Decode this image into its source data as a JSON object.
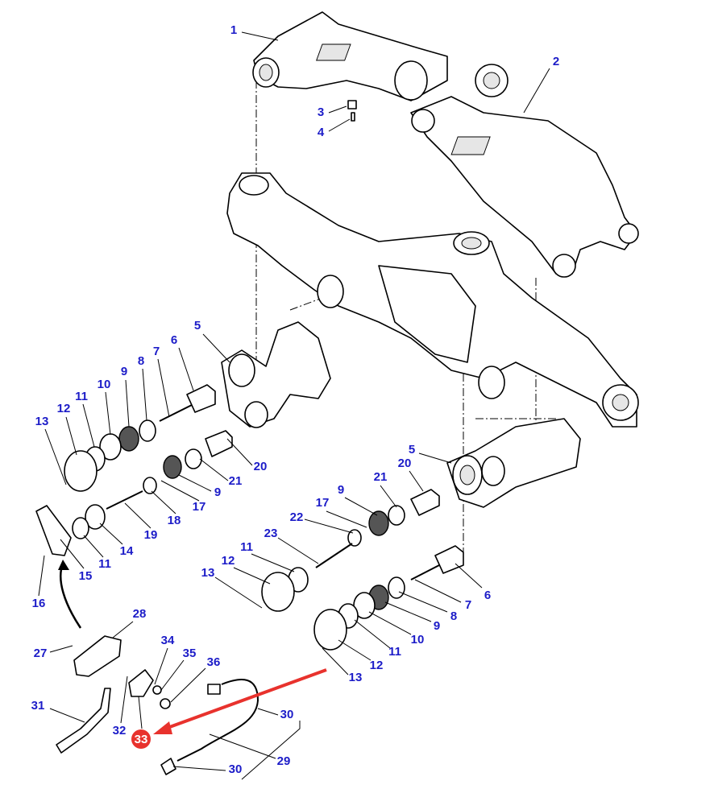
{
  "diagram": {
    "title": "Front axle support exploded view",
    "labels": [
      "1",
      "2",
      "3",
      "4",
      "5",
      "6",
      "7",
      "8",
      "9",
      "10",
      "11",
      "12",
      "13",
      "20",
      "21",
      "9",
      "17",
      "18",
      "19",
      "14",
      "11",
      "15",
      "16",
      "5",
      "20",
      "21",
      "9",
      "17",
      "22",
      "23",
      "11",
      "12",
      "13",
      "6",
      "7",
      "8",
      "9",
      "10",
      "11",
      "12",
      "13",
      "28",
      "27",
      "34",
      "35",
      "36",
      "31",
      "32",
      "30",
      "29",
      "30"
    ],
    "callout": {
      "text": "33",
      "color": "#e8322d"
    },
    "label_color": "#1c1cc8",
    "arrow_color": "#e8322d"
  }
}
